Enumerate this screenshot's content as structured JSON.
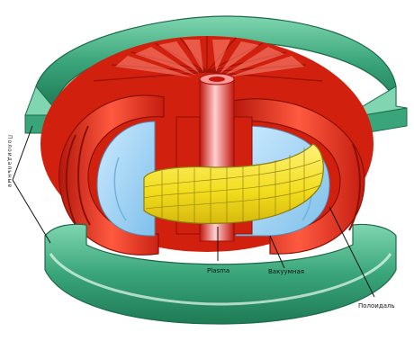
{
  "labels": {
    "left_vertical": "Полоидальные",
    "plasma": "Plasma",
    "vessel": "Вакуумная",
    "outer_right": "Полоидаль"
  },
  "colors": {
    "ring_green": "#3aa57a",
    "ring_light": "#cfeee0",
    "coil_red": "#e02a16",
    "coil_dark": "#a81409",
    "coil_light": "#ff8a7a",
    "vessel_blue": "#9fd3f3",
    "plasma_yellow": "#f5e326",
    "plasma_grid": "#8a7d10",
    "solenoid_light": "#ffb6b6"
  }
}
